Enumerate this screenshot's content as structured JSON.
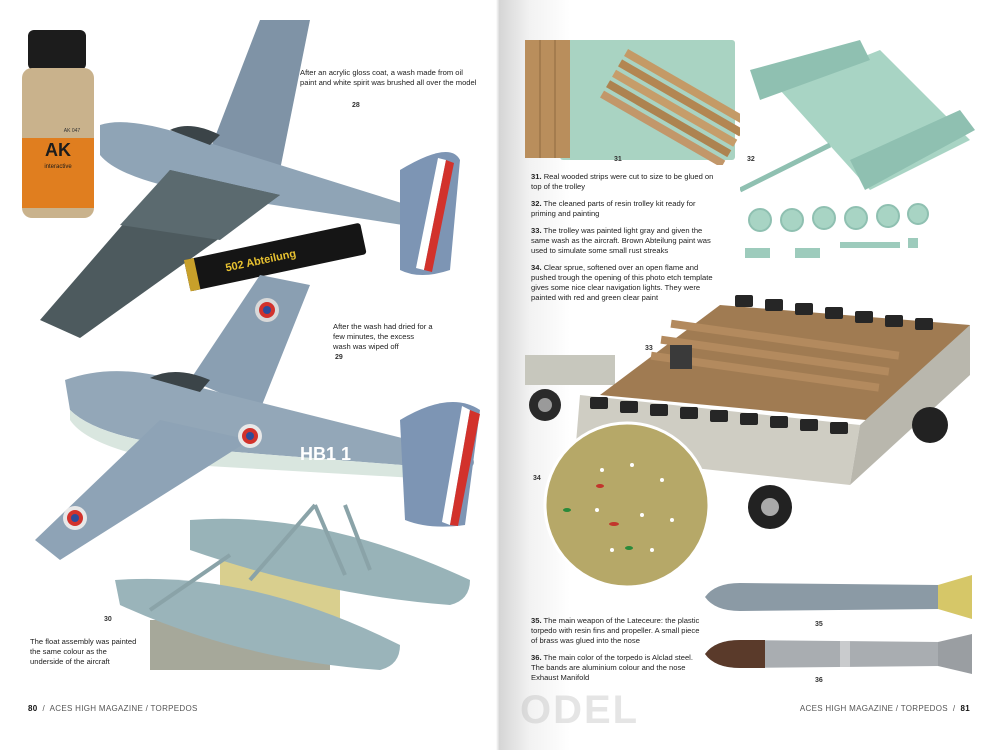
{
  "left_page": {
    "page_number": "80",
    "running_head": "ACES HIGH MAGAZINE / TORPEDOS",
    "figures": [
      {
        "number": "28",
        "caption": "After an acrylic gloss coat, a wash made from oil paint and white spirit was brushed all over the model"
      },
      {
        "number": "29",
        "caption": "After the wash had dried for a few minutes, the excess wash was wiped off"
      },
      {
        "number": "30",
        "caption": "The float assembly was painted the same colour as the underside of the aircraft"
      }
    ],
    "bottle_label": {
      "brand": "AK",
      "sub": "interactive",
      "code": "AK 047"
    },
    "tube_label": "502 Abteilung",
    "aircraft_code": "HB1 1"
  },
  "right_page": {
    "page_number": "81",
    "running_head": "ACES HIGH MAGAZINE / TORPEDOS",
    "figure_numbers": [
      "31",
      "32",
      "33",
      "34",
      "35",
      "36"
    ],
    "captions_a": [
      {
        "num": "31.",
        "text": "Real wooded strips were cut to size to be glued on top of the trolley"
      },
      {
        "num": "32.",
        "text": "The cleaned parts of resin trolley kit ready for priming and painting"
      },
      {
        "num": "33.",
        "text": "The trolley was painted light gray and given the same wash as the aircraft. Brown Abteilung paint was used to simulate some small rust streaks"
      },
      {
        "num": "34.",
        "text": "Clear sprue, softened over an open flame and pushed trough the opening of this photo etch template gives some nice clear navigation lights. They were painted with red and green clear paint"
      }
    ],
    "captions_b": [
      {
        "num": "35.",
        "text": "The main weapon of the Lateceure: the plastic torpedo with resin fins and propeller. A small piece of brass was glued into the nose"
      },
      {
        "num": "36.",
        "text": "The main color of the torpedo is Alclad steel. The bands are aluminium colour and the nose Exhaust Manifold"
      }
    ],
    "watermark": "ODEL"
  },
  "colors": {
    "aircraft_blue": "#8fa4b6",
    "aircraft_dark": "#4d5a5e",
    "resin_green": "#9fcbbd",
    "wood": "#b98e5c",
    "trolley_gray": "#c9c7bd",
    "etch_brass": "#b6a868",
    "torpedo_gray": "#8b9aa5",
    "torpedo_steel": "#a9adb1"
  }
}
